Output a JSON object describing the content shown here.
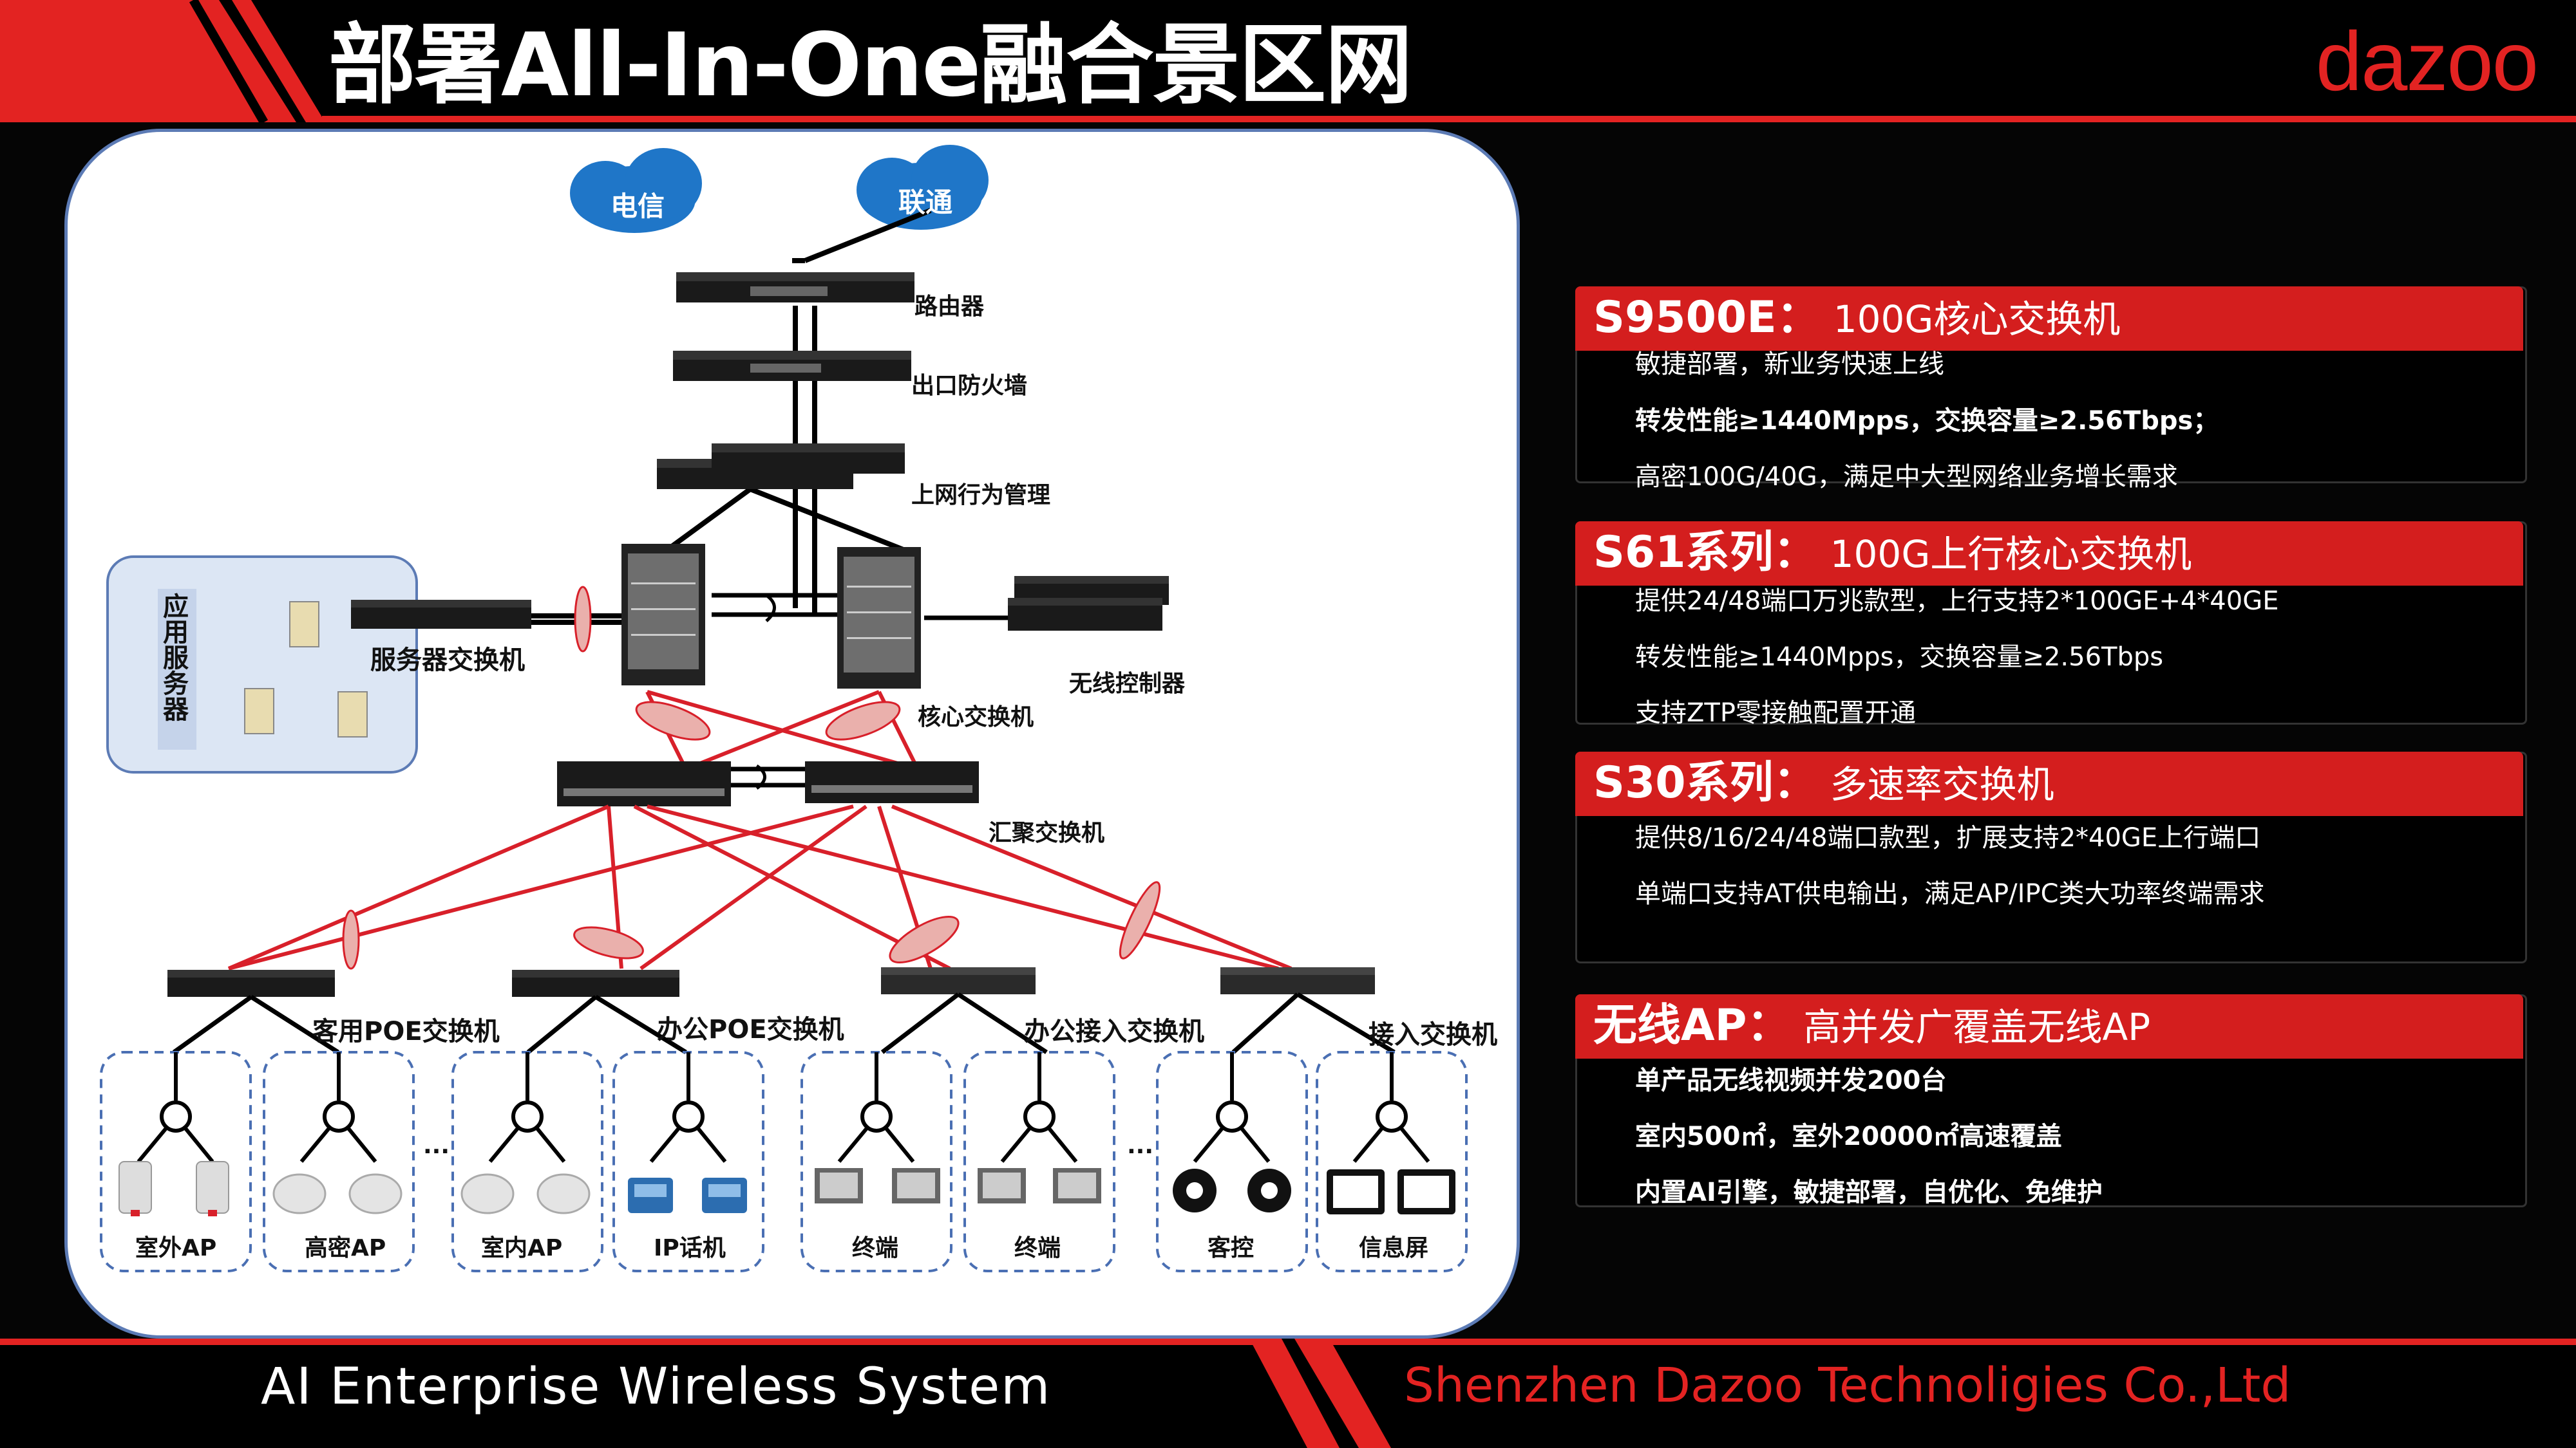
{
  "header": {
    "title": "部署All-In-One融合景区网",
    "logo": "dazoo"
  },
  "diagram": {
    "clouds": [
      "电信",
      "联通"
    ],
    "devices": {
      "router": "路由器",
      "firewall": "出口防火墙",
      "behavior": "上网行为管理",
      "app_servers": "应用服务器",
      "server_switch": "服务器交换机",
      "core_switch": "核心交换机",
      "wlc": "无线控制器",
      "aggregation": "汇聚交换机",
      "guest_poe": "客用POE交换机",
      "office_poe": "办公POE交换机",
      "office_access": "办公接入交换机",
      "access": "接入交换机"
    },
    "ellipsis": "...",
    "endpoints": [
      "室外AP",
      "高密AP",
      "室内AP",
      "IP话机",
      "终端",
      "终端",
      "客控",
      "信息屏"
    ]
  },
  "products": [
    {
      "name": "S9500E：",
      "desc": "100G核心交换机",
      "bullets": [
        "敏捷部署，新业务快速上线",
        "转发性能≥1440Mpps，交换容量≥2.56Tbps；",
        "高密100G/40G，满足中大型网络业务增长需求"
      ]
    },
    {
      "name": "S61系列：",
      "desc": "100G上行核心交换机",
      "bullets": [
        "提供24/48端口万兆款型，上行支持2*100GE+4*40GE",
        "转发性能≥1440Mpps，交换容量≥2.56Tbps",
        "支持ZTP零接触配置开通"
      ]
    },
    {
      "name": "S30系列：",
      "desc": "多速率交换机",
      "bullets": [
        "提供8/16/24/48端口款型，扩展支持2*40GE上行端口",
        "单端口支持AT供电输出，满足AP/IPC类大功率终端需求"
      ]
    },
    {
      "name": "无线AP：",
      "desc": "高并发广覆盖无线AP",
      "bullets": [
        "单产品无线视频并发200台",
        "室内500㎡，室外20000㎡高速覆盖",
        "内置AI引擎，敏捷部署，自优化、免维护"
      ]
    }
  ],
  "footer": {
    "left": "AI Enterprise Wireless System",
    "right": "Shenzhen Dazoo Technoligies Co.,Ltd"
  },
  "colors": {
    "brand_red": "#e32322",
    "card_head": "#d41e1e",
    "link_red": "#d8202a",
    "panel_border": "#5c7bb5"
  }
}
